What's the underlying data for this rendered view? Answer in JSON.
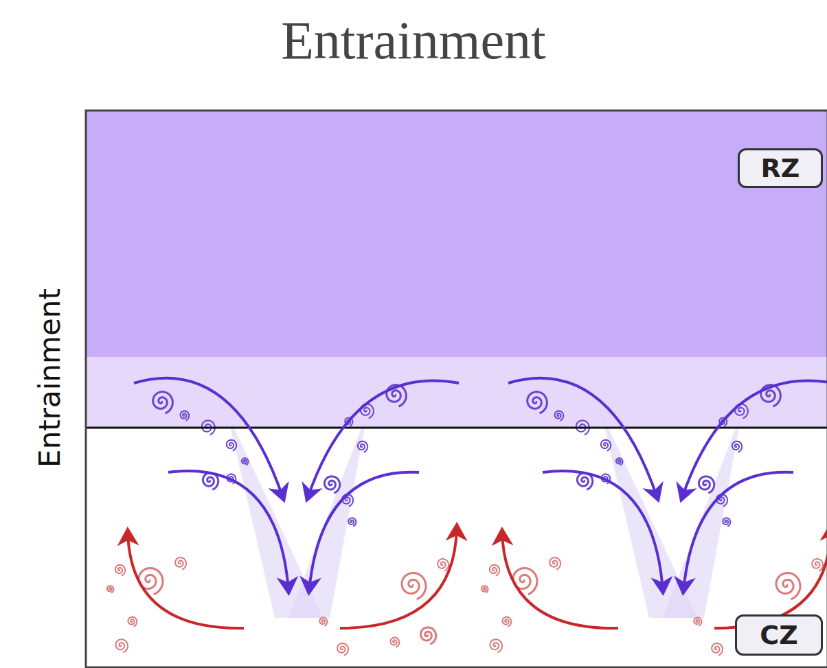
{
  "diagram": {
    "title": "Entrainment",
    "nodes": [
      {
        "text": [
          "RZ"
        ]
      },
      {
        "text": [
          "CZ"
        ]
      }
    ],
    "labels": [
      "Entrainment"
    ]
  }
}
